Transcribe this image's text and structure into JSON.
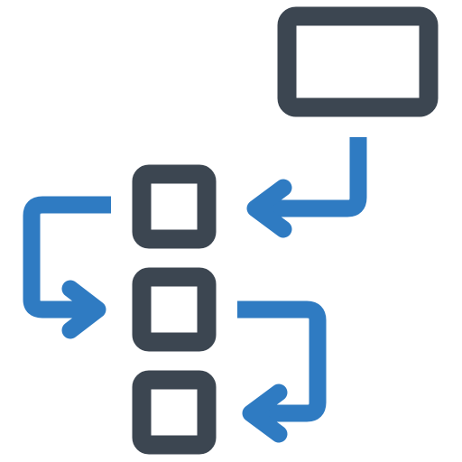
{
  "icon": {
    "name": "workflow-distribution-icon",
    "colors": {
      "box": "#3c4651",
      "arrow": "#2f7bc2",
      "background": "#ffffff"
    },
    "elements": {
      "source_box": "large-box",
      "target_boxes": [
        "small-box-top",
        "small-box-middle",
        "small-box-bottom"
      ],
      "arrows": [
        "arrow-large-to-top",
        "arrow-top-to-middle",
        "arrow-middle-to-bottom"
      ]
    }
  }
}
